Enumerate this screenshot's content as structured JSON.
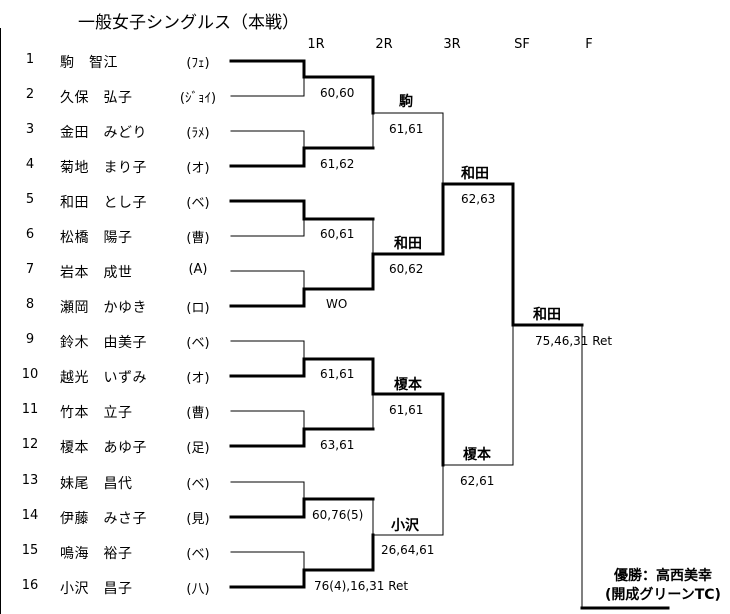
{
  "title": "一般女子シングルス（本戦）",
  "rounds": [
    "1R",
    "2R",
    "3R",
    "SF",
    "F"
  ],
  "players": [
    {
      "num": "1",
      "name": "駒　智江",
      "club": "(ﾌｪ)"
    },
    {
      "num": "2",
      "name": "久保　弘子",
      "club": "(ｼﾞｮｲ)"
    },
    {
      "num": "3",
      "name": "金田　みどり",
      "club": "(ﾗﾒ)"
    },
    {
      "num": "4",
      "name": "菊地　まり子",
      "club": "(オ)"
    },
    {
      "num": "5",
      "name": "和田　とし子",
      "club": "(ベ)"
    },
    {
      "num": "6",
      "name": "松橋　陽子",
      "club": "(曹)"
    },
    {
      "num": "7",
      "name": "岩本　成世",
      "club": "(A)"
    },
    {
      "num": "8",
      "name": "瀬岡　かゆき",
      "club": "(ロ)"
    },
    {
      "num": "9",
      "name": "鈴木　由美子",
      "club": "(ベ)"
    },
    {
      "num": "10",
      "name": "越光　いずみ",
      "club": "(オ)"
    },
    {
      "num": "11",
      "name": "竹本　立子",
      "club": "(曹)"
    },
    {
      "num": "12",
      "name": "榎本　あゆ子",
      "club": "(足)"
    },
    {
      "num": "13",
      "name": "妹尾　昌代",
      "club": "(ベ)"
    },
    {
      "num": "14",
      "name": "伊藤　みさ子",
      "club": "(見)"
    },
    {
      "num": "15",
      "name": "鳴海　裕子",
      "club": "(ベ)"
    },
    {
      "num": "16",
      "name": "小沢　昌子",
      "club": "(八)"
    }
  ],
  "r1_scores": [
    "60,60",
    "61,62",
    "60,61",
    "WO",
    "61,61",
    "63,61",
    "60,76(5)",
    "76(4),16,31 Ret"
  ],
  "r2_winners": [
    "駒",
    "和田",
    "榎本",
    "小沢"
  ],
  "r2_scores": [
    "61,61",
    "60,62",
    "61,61",
    "26,64,61"
  ],
  "r3_winners": [
    "和田",
    "榎本"
  ],
  "r3_scores": [
    "62,63",
    "62,61"
  ],
  "sf_winner": "和田",
  "sf_score": "75,46,31 Ret",
  "champion": {
    "line1": "優勝：高西美幸",
    "line2": "(開成グリーンTC)"
  }
}
